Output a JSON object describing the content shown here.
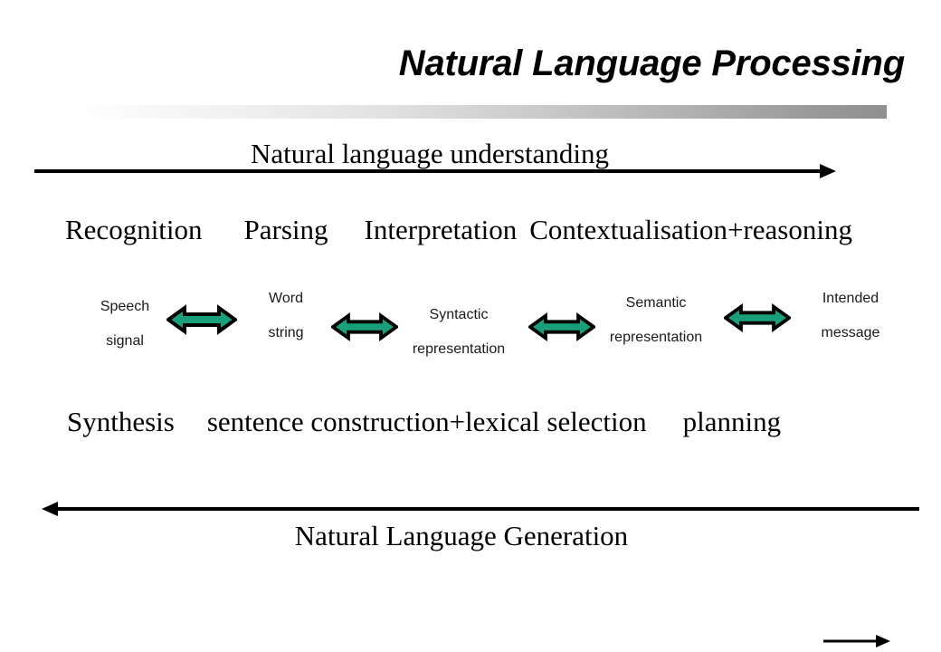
{
  "slide": {
    "title": "Natural Language Processing",
    "background_color": "#ffffff",
    "accent_color": "#19a07a"
  },
  "top_flow": {
    "label": "Natural language understanding",
    "arrow_direction": "right"
  },
  "stages_top": {
    "items": [
      "Recognition",
      "Parsing",
      "Interpretation",
      "Contextualisation+reasoning"
    ]
  },
  "representations": [
    {
      "line1": "Speech",
      "line2": "signal"
    },
    {
      "line1": "Word",
      "line2": "string"
    },
    {
      "line1": "Syntactic",
      "line2": "representation"
    },
    {
      "line1": "Semantic",
      "line2": "representation"
    },
    {
      "line1": "Intended",
      "line2": "message"
    }
  ],
  "stages_bottom": {
    "items": [
      "Synthesis",
      "sentence construction+lexical selection",
      "planning"
    ]
  },
  "bottom_flow": {
    "label": "Natural Language Generation",
    "arrow_direction": "left"
  },
  "corner_marker": {
    "icon": "arrow-right-icon"
  }
}
